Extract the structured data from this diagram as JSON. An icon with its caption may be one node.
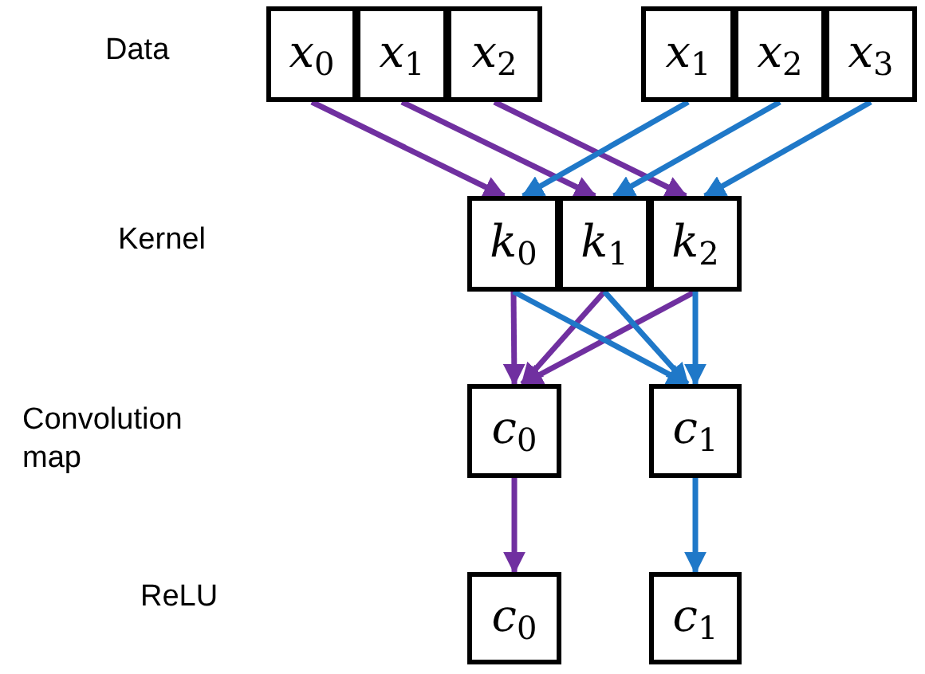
{
  "diagram": {
    "nodes": [
      {
        "text": [
          "*x*$_{0}$"
        ]
      },
      {
        "text": [
          "*x*$_{1}$"
        ]
      },
      {
        "text": [
          "*x*$_{2}$"
        ]
      },
      {
        "text": [
          "*x*$_{1}$"
        ]
      },
      {
        "text": [
          "*x*$_{2}$"
        ]
      },
      {
        "text": [
          "*x*$_{3}$"
        ]
      },
      {
        "text": [
          "*k*$_{0}$"
        ]
      },
      {
        "text": [
          "*k*$_{1}$"
        ]
      },
      {
        "text": [
          "*k*$_{2}$"
        ]
      },
      {
        "text": [
          "*c*$_{0}$"
        ]
      },
      {
        "text": [
          "*c*$_{1}$"
        ]
      },
      {
        "text": [
          "*c*$_{0}$"
        ]
      },
      {
        "text": [
          "*c*$_{1}$"
        ]
      }
    ],
    "edges": [
      {
        "from": 0,
        "to": 6,
        "arrow": "to",
        "color": "#7030a0"
      },
      {
        "from": 1,
        "to": 7,
        "arrow": "to",
        "color": "#7030a0"
      },
      {
        "from": 2,
        "to": 8,
        "arrow": "to",
        "color": "#7030a0"
      },
      {
        "from": 3,
        "to": 6,
        "arrow": "to",
        "color": "#1f78c8"
      },
      {
        "from": 4,
        "to": 7,
        "arrow": "to",
        "color": "#1f78c8"
      },
      {
        "from": 5,
        "to": 8,
        "arrow": "to",
        "color": "#1f78c8"
      },
      {
        "from": 6,
        "to": 9,
        "arrow": "to",
        "color": "#7030a0"
      },
      {
        "from": 7,
        "to": 9,
        "arrow": "to",
        "color": "#7030a0"
      },
      {
        "from": 8,
        "to": 9,
        "arrow": "to",
        "color": "#7030a0"
      },
      {
        "from": 6,
        "to": 10,
        "arrow": "to",
        "color": "#1f78c8"
      },
      {
        "from": 7,
        "to": 10,
        "arrow": "to",
        "color": "#1f78c8"
      },
      {
        "from": 8,
        "to": 10,
        "arrow": "to",
        "color": "#1f78c8"
      },
      {
        "from": 9,
        "to": 11,
        "arrow": "to",
        "color": "#7030a0"
      },
      {
        "from": 10,
        "to": 12,
        "arrow": "to",
        "color": "#1f78c8"
      }
    ],
    "labels": [
      "Data",
      "Kernel",
      "Convolution map",
      "ReLU"
    ]
  }
}
